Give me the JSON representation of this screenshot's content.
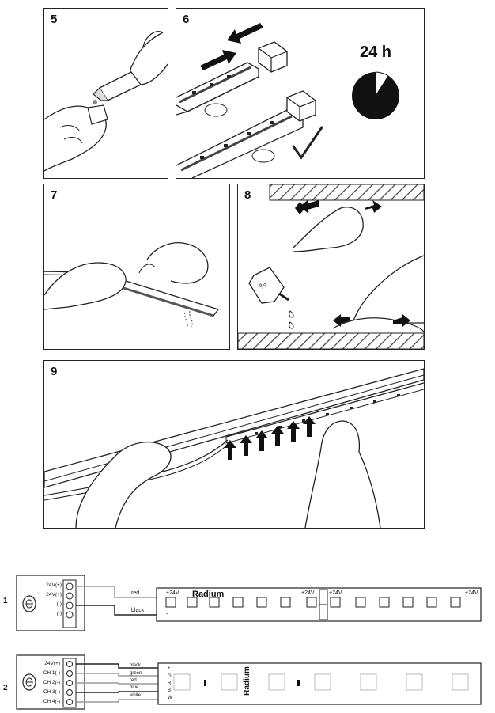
{
  "panels": [
    {
      "number": "5"
    },
    {
      "number": "6",
      "duration": "24 h"
    },
    {
      "number": "7"
    },
    {
      "number": "8"
    },
    {
      "number": "9"
    }
  ],
  "circuits": [
    {
      "number": "1",
      "terminal_labels": [
        "24V(+)",
        "24V(+)",
        "(-)",
        "(-)"
      ],
      "wire_labels": [
        "red",
        "black"
      ],
      "brand": "Radium",
      "plus_labels": [
        "+24V",
        "+24V",
        "+24V",
        "+24V"
      ],
      "minus_label": "-"
    },
    {
      "number": "2",
      "terminal_labels": [
        "24V(+)",
        "CH 1(-)",
        "CH 2(-)",
        "CH 3(-)",
        "CH 4(-)"
      ],
      "wire_labels": [
        "black",
        "green",
        "red",
        "blue",
        "white"
      ],
      "brand": "Radium",
      "channel_letters": [
        "+",
        "G",
        "R",
        "B",
        "W"
      ]
    }
  ],
  "colors": {
    "line": "#222222",
    "wire_grey": "#9a9a9a",
    "pie_fill": "#111111"
  }
}
